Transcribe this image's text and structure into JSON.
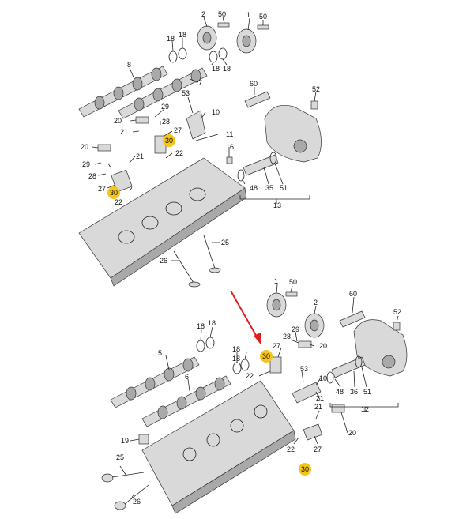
{
  "labels": {
    "l1a": "1",
    "l2a": "2",
    "l50a": "50",
    "l50b": "50",
    "l18a": "18",
    "l18b": "18",
    "l18c": "18",
    "l18d": "18",
    "l8": "8",
    "l7": "7",
    "l60a": "60",
    "l52a": "52",
    "l29a": "29",
    "l53a": "53",
    "l10": "10",
    "l20a": "20",
    "l21a": "21",
    "l28a": "28",
    "l27a": "27",
    "l11": "11",
    "l30a": "30",
    "l22a": "22",
    "l16": "16",
    "l20b": "20",
    "l29b": "29",
    "l21b": "21",
    "l28b": "28",
    "l27b": "27",
    "l30b": "30",
    "l22b": "22",
    "l48a": "48",
    "l35": "35",
    "l51a": "51",
    "l13": "13",
    "l25a": "25",
    "l26a": "26",
    "l1b": "1",
    "l50c": "50",
    "l2b": "2",
    "l60b": "60",
    "l52b": "52",
    "l18e": "18",
    "l18f": "18",
    "l29c": "29",
    "l28c": "28",
    "l27c": "27",
    "l20c": "20",
    "l5": "5",
    "l30c": "30",
    "l18g": "18",
    "l18h": "18",
    "l22c": "22",
    "l53b": "53",
    "l48b": "48",
    "l36": "36",
    "l51b": "51",
    "l6": "6",
    "l10b": "10",
    "l21c": "21",
    "l21d": "21",
    "l12": "12",
    "l19": "19",
    "l20d": "20",
    "l22d": "22",
    "l30d": "30",
    "l27d": "27",
    "l25b": "25",
    "l26b": "26"
  },
  "colors": {
    "highlight": "#f5c518",
    "arrow": "#e02020",
    "parts": "#d9d9d9",
    "ink": "#222222"
  }
}
